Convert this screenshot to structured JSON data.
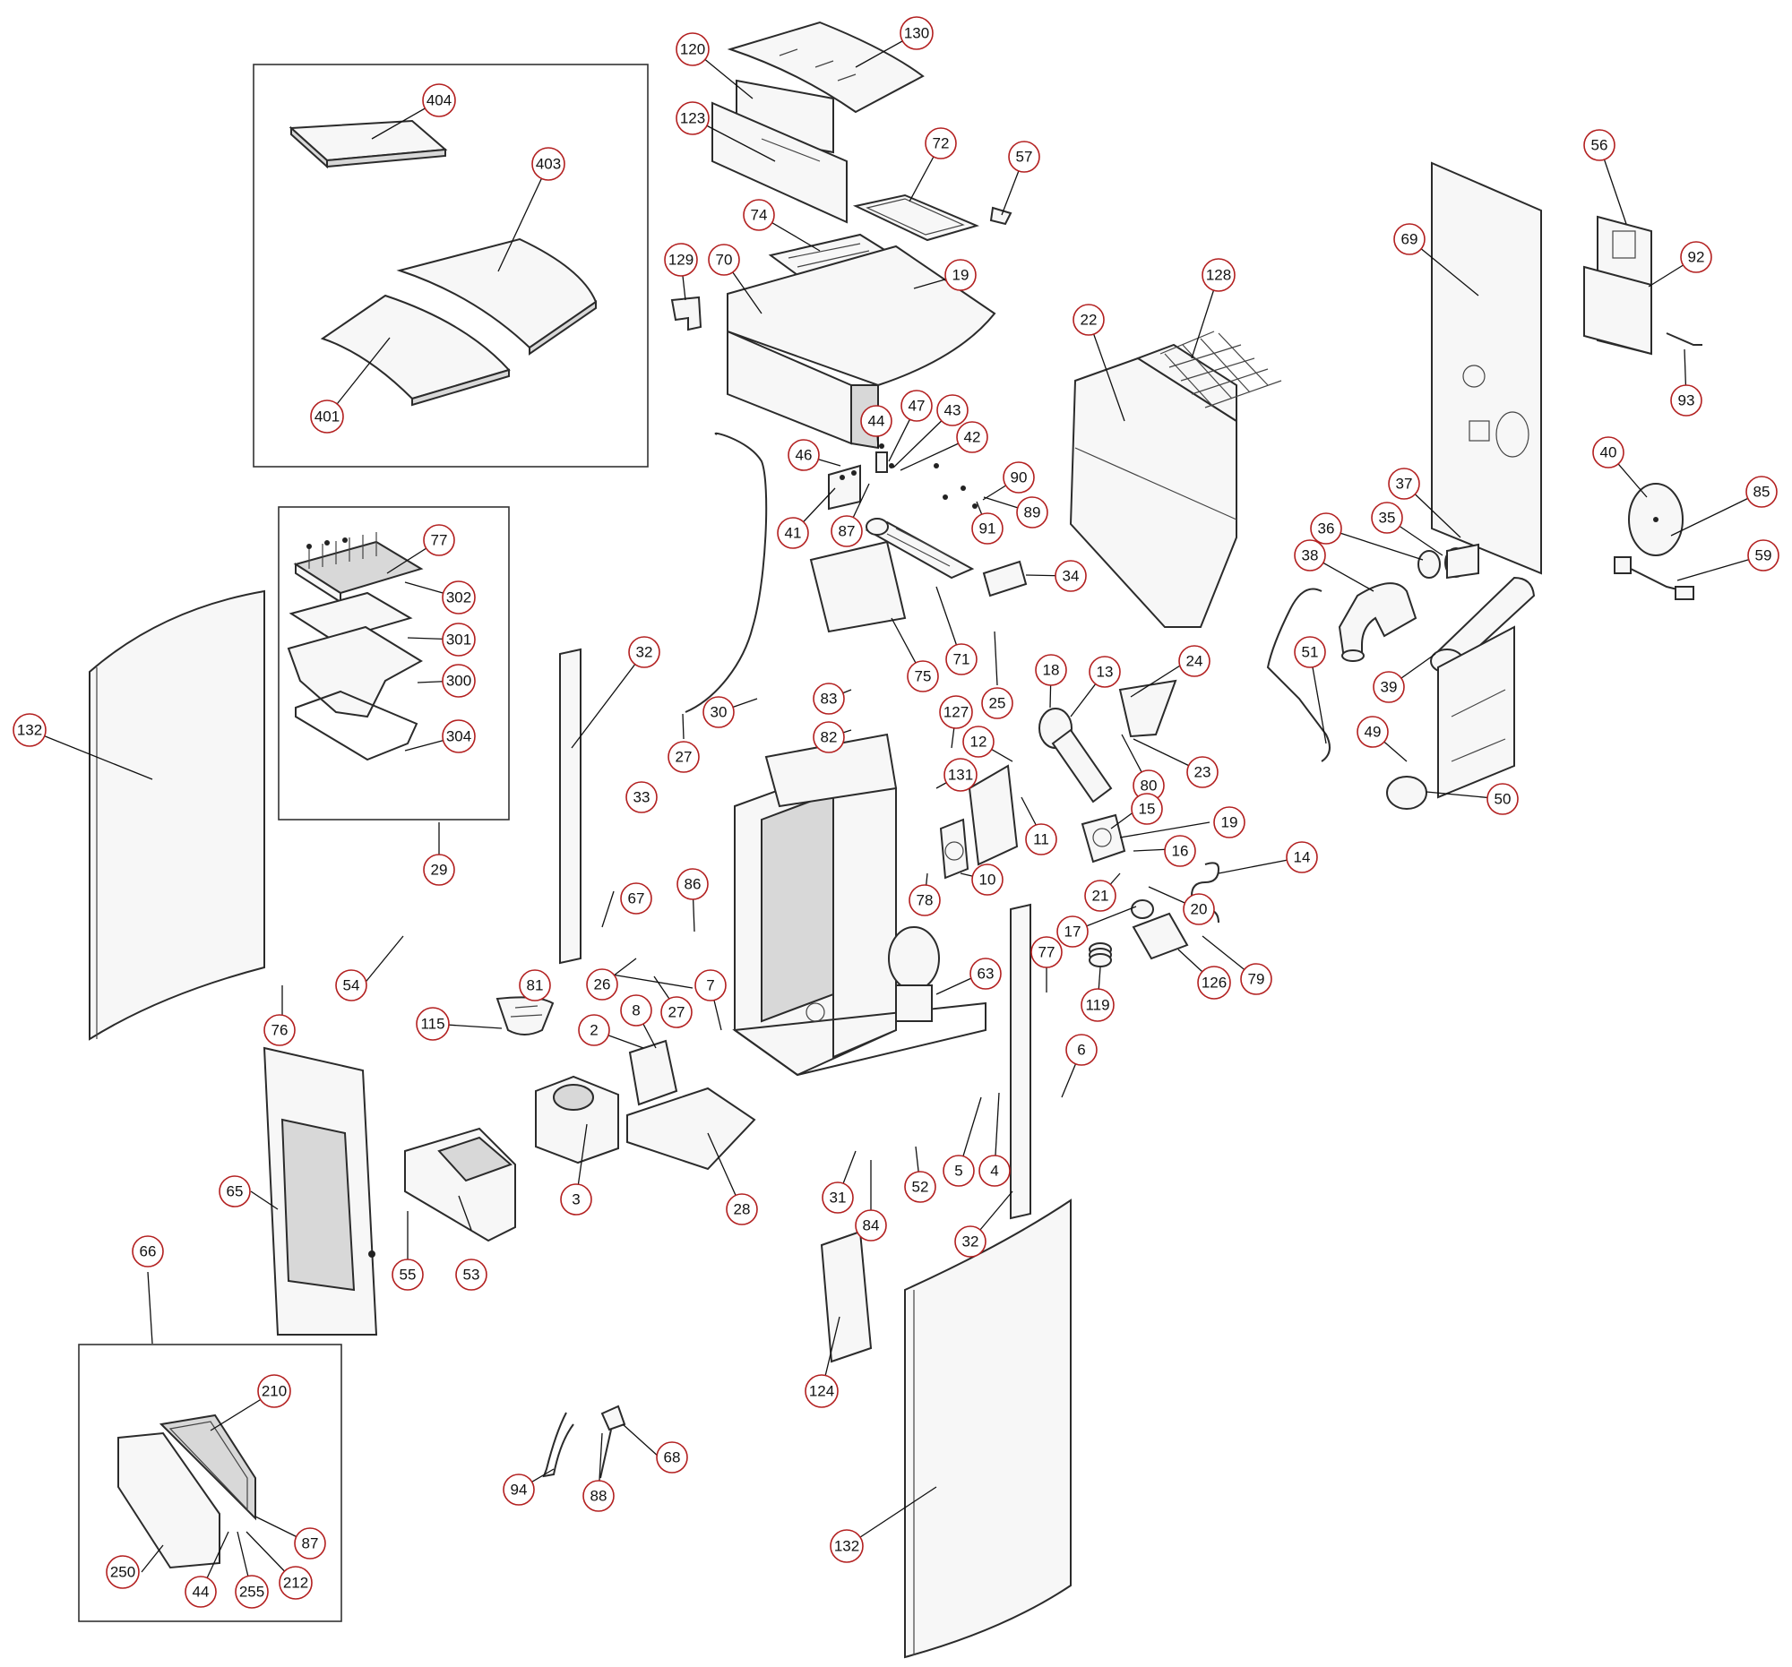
{
  "diagram": {
    "callouts": [
      {
        "id": "c130",
        "label": "130"
      },
      {
        "id": "c120",
        "label": "120"
      },
      {
        "id": "c123",
        "label": "123"
      },
      {
        "id": "c72",
        "label": "72"
      },
      {
        "id": "c57",
        "label": "57"
      },
      {
        "id": "c74",
        "label": "74"
      },
      {
        "id": "c19a",
        "label": "19"
      },
      {
        "id": "c129",
        "label": "129"
      },
      {
        "id": "c70",
        "label": "70"
      },
      {
        "id": "c404",
        "label": "404"
      },
      {
        "id": "c403",
        "label": "403"
      },
      {
        "id": "c401",
        "label": "401"
      },
      {
        "id": "c44a",
        "label": "44"
      },
      {
        "id": "c47",
        "label": "47"
      },
      {
        "id": "c43",
        "label": "43"
      },
      {
        "id": "c42",
        "label": "42"
      },
      {
        "id": "c46",
        "label": "46"
      },
      {
        "id": "c41",
        "label": "41"
      },
      {
        "id": "c87a",
        "label": "87"
      },
      {
        "id": "c90",
        "label": "90"
      },
      {
        "id": "c89",
        "label": "89"
      },
      {
        "id": "c91",
        "label": "91"
      },
      {
        "id": "c71",
        "label": "71"
      },
      {
        "id": "c34",
        "label": "34"
      },
      {
        "id": "c75",
        "label": "75"
      },
      {
        "id": "c22",
        "label": "22"
      },
      {
        "id": "c128",
        "label": "128"
      },
      {
        "id": "c69",
        "label": "69"
      },
      {
        "id": "c56",
        "label": "56"
      },
      {
        "id": "c92",
        "label": "92"
      },
      {
        "id": "c93",
        "label": "93"
      },
      {
        "id": "c40",
        "label": "40"
      },
      {
        "id": "c85",
        "label": "85"
      },
      {
        "id": "c59",
        "label": "59"
      },
      {
        "id": "c37",
        "label": "37"
      },
      {
        "id": "c36",
        "label": "36"
      },
      {
        "id": "c35",
        "label": "35"
      },
      {
        "id": "c38",
        "label": "38"
      },
      {
        "id": "c39",
        "label": "39"
      },
      {
        "id": "c51",
        "label": "51"
      },
      {
        "id": "c49",
        "label": "49"
      },
      {
        "id": "c50",
        "label": "50"
      },
      {
        "id": "c77a",
        "label": "77"
      },
      {
        "id": "c302",
        "label": "302"
      },
      {
        "id": "c301",
        "label": "301"
      },
      {
        "id": "c300",
        "label": "300"
      },
      {
        "id": "c304",
        "label": "304"
      },
      {
        "id": "c29",
        "label": "29"
      },
      {
        "id": "c132a",
        "label": "132"
      },
      {
        "id": "c32a",
        "label": "32"
      },
      {
        "id": "c30",
        "label": "30"
      },
      {
        "id": "c27a",
        "label": "27"
      },
      {
        "id": "c83",
        "label": "83"
      },
      {
        "id": "c82",
        "label": "82"
      },
      {
        "id": "c127",
        "label": "127"
      },
      {
        "id": "c25",
        "label": "25"
      },
      {
        "id": "c18",
        "label": "18"
      },
      {
        "id": "c13",
        "label": "13"
      },
      {
        "id": "c24",
        "label": "24"
      },
      {
        "id": "c12",
        "label": "12"
      },
      {
        "id": "c23",
        "label": "23"
      },
      {
        "id": "c80",
        "label": "80"
      },
      {
        "id": "c131",
        "label": "131"
      },
      {
        "id": "c11",
        "label": "11"
      },
      {
        "id": "c15",
        "label": "15"
      },
      {
        "id": "c19b",
        "label": "19"
      },
      {
        "id": "c16",
        "label": "16"
      },
      {
        "id": "c14",
        "label": "14"
      },
      {
        "id": "c10",
        "label": "10"
      },
      {
        "id": "c78",
        "label": "78"
      },
      {
        "id": "c21",
        "label": "21"
      },
      {
        "id": "c20",
        "label": "20"
      },
      {
        "id": "c17",
        "label": "17"
      },
      {
        "id": "c79",
        "label": "79"
      },
      {
        "id": "c126",
        "label": "126"
      },
      {
        "id": "c119",
        "label": "119"
      },
      {
        "id": "c33",
        "label": "33"
      },
      {
        "id": "c67",
        "label": "67"
      },
      {
        "id": "c86",
        "label": "86"
      },
      {
        "id": "c81",
        "label": "81"
      },
      {
        "id": "c26",
        "label": "26"
      },
      {
        "id": "c27b",
        "label": "27"
      },
      {
        "id": "c7",
        "label": "7"
      },
      {
        "id": "c63",
        "label": "63"
      },
      {
        "id": "c77b",
        "label": "77"
      },
      {
        "id": "c54",
        "label": "54"
      },
      {
        "id": "c76",
        "label": "76"
      },
      {
        "id": "c115",
        "label": "115"
      },
      {
        "id": "c2",
        "label": "2"
      },
      {
        "id": "c8",
        "label": "8"
      },
      {
        "id": "c6",
        "label": "6"
      },
      {
        "id": "c3",
        "label": "3"
      },
      {
        "id": "c28",
        "label": "28"
      },
      {
        "id": "c31",
        "label": "31"
      },
      {
        "id": "c84",
        "label": "84"
      },
      {
        "id": "c52",
        "label": "52"
      },
      {
        "id": "c5",
        "label": "5"
      },
      {
        "id": "c4",
        "label": "4"
      },
      {
        "id": "c32b",
        "label": "32"
      },
      {
        "id": "c65",
        "label": "65"
      },
      {
        "id": "c55",
        "label": "55"
      },
      {
        "id": "c53",
        "label": "53"
      },
      {
        "id": "c66",
        "label": "66"
      },
      {
        "id": "c124",
        "label": "124"
      },
      {
        "id": "c210",
        "label": "210"
      },
      {
        "id": "c87b",
        "label": "87"
      },
      {
        "id": "c250",
        "label": "250"
      },
      {
        "id": "c44b",
        "label": "44"
      },
      {
        "id": "c255",
        "label": "255"
      },
      {
        "id": "c212",
        "label": "212"
      },
      {
        "id": "c94",
        "label": "94"
      },
      {
        "id": "c88",
        "label": "88"
      },
      {
        "id": "c68",
        "label": "68"
      },
      {
        "id": "c132b",
        "label": "132"
      }
    ]
  }
}
